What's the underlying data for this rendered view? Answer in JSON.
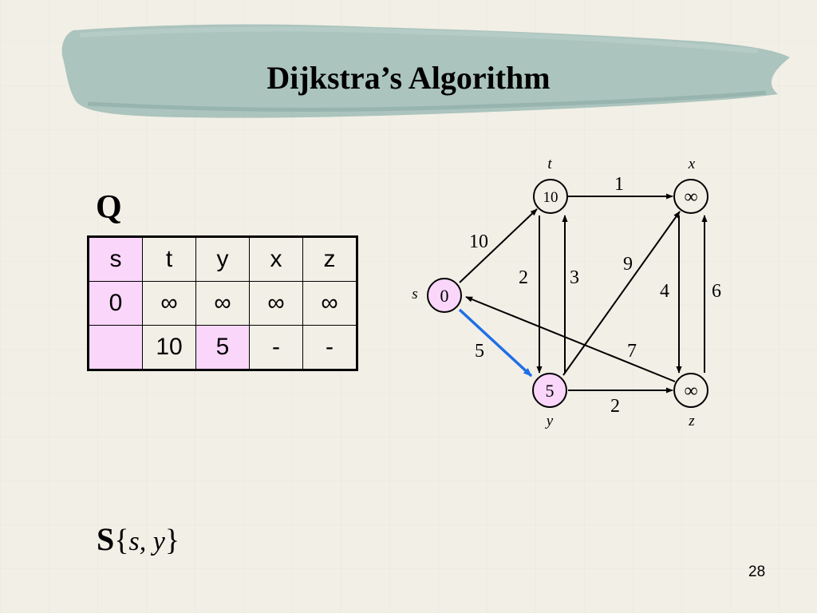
{
  "slide": {
    "title": "Dijkstra’s Algorithm",
    "queue_label": "Q",
    "page_number": "28",
    "s_set": {
      "label": "S",
      "open": "{",
      "members": "s, y",
      "close": "}"
    }
  },
  "queue_table": {
    "headers": [
      "s",
      "t",
      "y",
      "x",
      "z"
    ],
    "rows": [
      [
        "0",
        "∞",
        "∞",
        "∞",
        "∞"
      ],
      [
        "",
        "10",
        "5",
        "-",
        "-"
      ]
    ]
  },
  "graph": {
    "nodes": [
      {
        "id": "s",
        "label": "s",
        "value": "0",
        "highlighted": true
      },
      {
        "id": "t",
        "label": "t",
        "value": "10",
        "highlighted": false
      },
      {
        "id": "x",
        "label": "x",
        "value": "∞",
        "highlighted": false
      },
      {
        "id": "y",
        "label": "y",
        "value": "5",
        "highlighted": true
      },
      {
        "id": "z",
        "label": "z",
        "value": "∞",
        "highlighted": false
      }
    ],
    "edges": [
      {
        "from": "s",
        "to": "t",
        "weight": "10"
      },
      {
        "from": "s",
        "to": "y",
        "weight": "5",
        "highlighted": true
      },
      {
        "from": "t",
        "to": "x",
        "weight": "1"
      },
      {
        "from": "t",
        "to": "y",
        "weight": "2"
      },
      {
        "from": "y",
        "to": "t",
        "weight": "3"
      },
      {
        "from": "y",
        "to": "x",
        "weight": "9"
      },
      {
        "from": "x",
        "to": "z",
        "weight": "4"
      },
      {
        "from": "z",
        "to": "x",
        "weight": "6"
      },
      {
        "from": "z",
        "to": "s",
        "weight": "7"
      },
      {
        "from": "y",
        "to": "z",
        "weight": "2"
      }
    ]
  },
  "colors": {
    "banner": "#9fbcb5",
    "highlight_fill": "#fbd6fb",
    "highlight_edge": "#1f6fe6",
    "background": "#f1efe6"
  }
}
